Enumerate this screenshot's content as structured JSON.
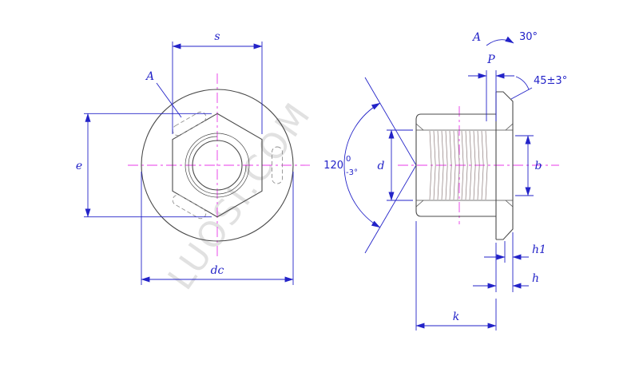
{
  "watermark": "LUOSI.COM",
  "colors": {
    "dimension": "#2323c8",
    "outline": "#4a4a4a",
    "centerline": "#e838e8",
    "watermark": "#c9c9c9"
  },
  "front_view": {
    "labels": {
      "s": "s",
      "datum": "A",
      "e": "e",
      "dc": "dc",
      "angle": "120",
      "angle_tol_upper": "0",
      "angle_tol_lower": "-3°"
    }
  },
  "side_view": {
    "labels": {
      "p": "P",
      "chamfer": "45±3°",
      "view": "A",
      "view_angle": "30°",
      "d": "d",
      "b": "b",
      "h1": "h1",
      "h": "h",
      "k": "k"
    }
  }
}
